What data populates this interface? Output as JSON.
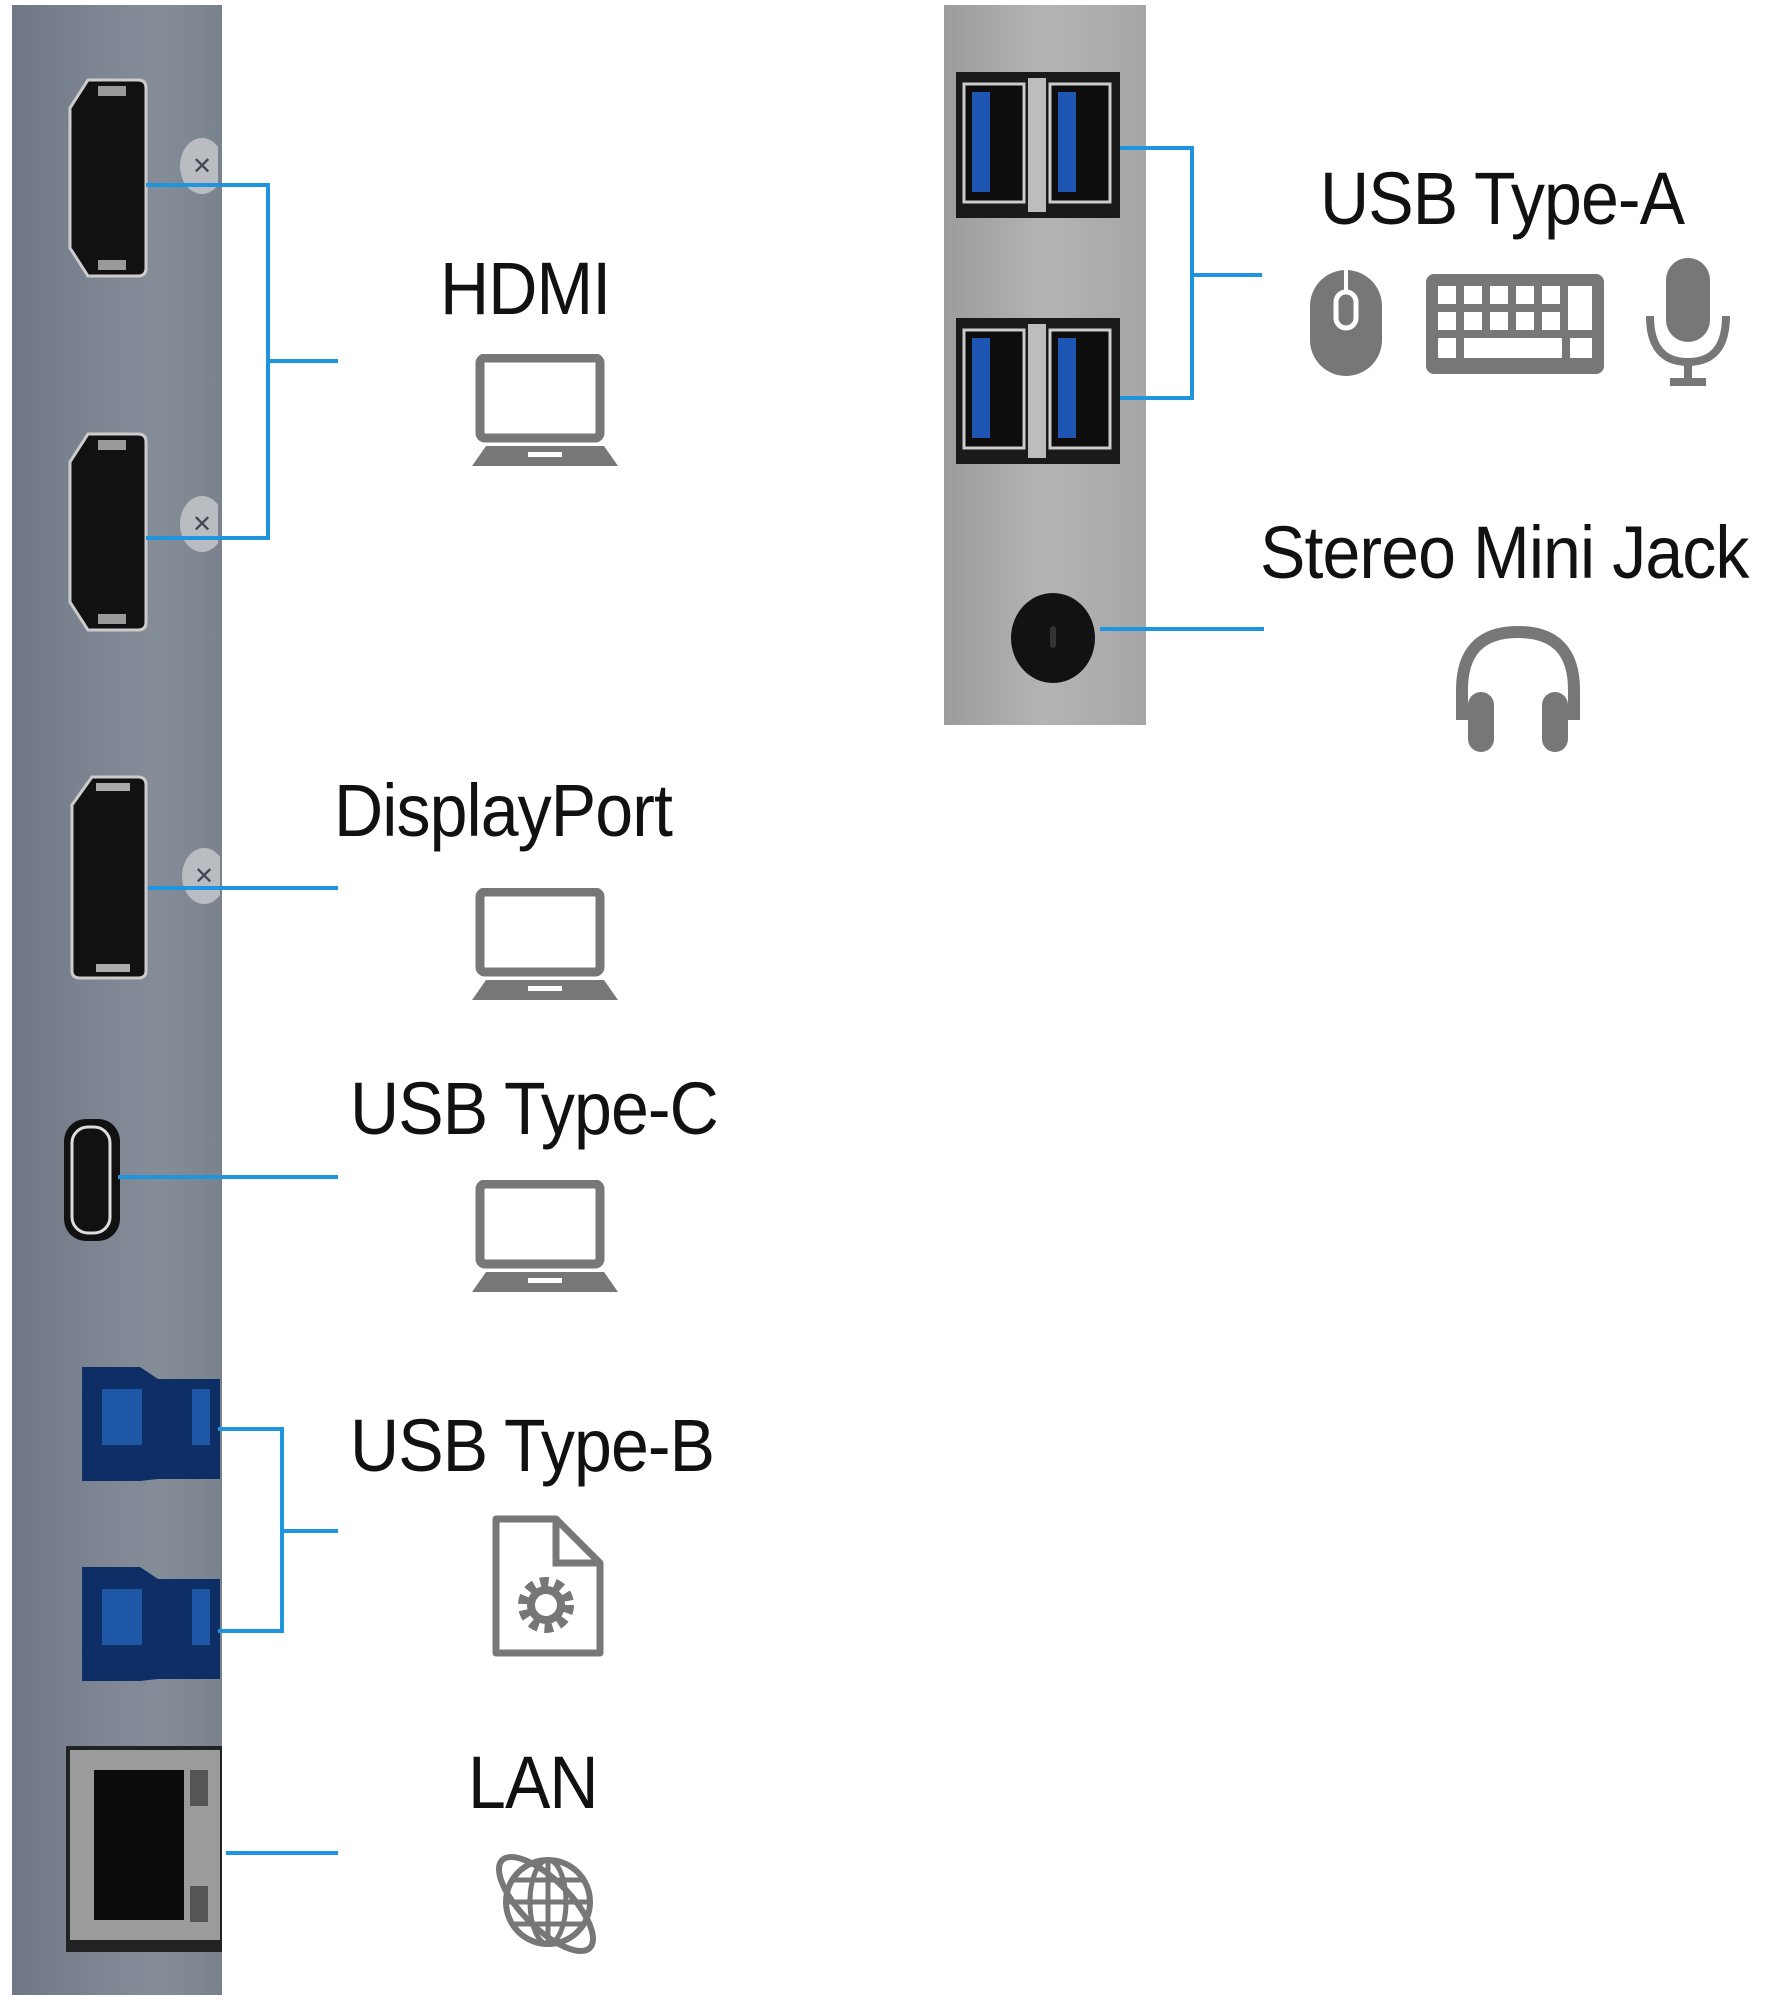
{
  "diagram": {
    "title": "Monitor connector layout",
    "accent_color": "#1f95e0",
    "icon_color": "#777777",
    "left_panel": {
      "ports": [
        {
          "name": "HDMI",
          "label": "HDMI",
          "count": 2,
          "device_icon": "laptop-icon"
        },
        {
          "name": "DisplayPort",
          "label": "DisplayPort",
          "count": 1,
          "device_icon": "laptop-icon"
        },
        {
          "name": "USB Type-C",
          "label": "USB Type-C",
          "count": 1,
          "device_icon": "laptop-icon"
        },
        {
          "name": "USB Type-B",
          "label": "USB Type-B",
          "count": 2,
          "device_icon": "settings-file-icon"
        },
        {
          "name": "LAN",
          "label": "LAN",
          "count": 1,
          "device_icon": "globe-icon"
        }
      ]
    },
    "right_panel": {
      "ports": [
        {
          "name": "USB Type-A",
          "label": "USB Type-A",
          "count": 4,
          "device_icons": [
            "mouse-icon",
            "keyboard-icon",
            "microphone-icon"
          ]
        },
        {
          "name": "Stereo Mini Jack",
          "label": "Stereo Mini Jack",
          "count": 1,
          "device_icon": "headphones-icon"
        }
      ]
    }
  }
}
